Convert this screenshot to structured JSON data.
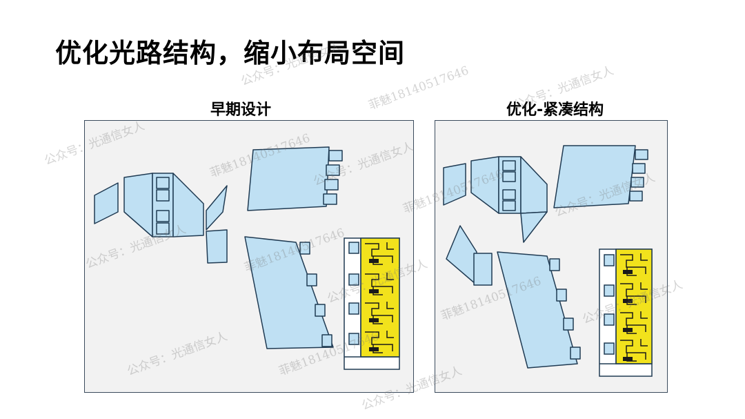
{
  "slide": {
    "title": "优化光路结构，缩小布局空间"
  },
  "panels": {
    "left": {
      "label": "早期设计"
    },
    "right": {
      "label": "优化-紧凑结构"
    }
  },
  "colors": {
    "optic_fill": "#bfe0f3",
    "optic_stroke": "#1f3a52",
    "chip_yellow": "#f2e21c",
    "panel_bg": "#f2f2f2"
  },
  "watermarks": {
    "account": "公众号：光通信女人",
    "contact": "菲魅18140517646"
  }
}
